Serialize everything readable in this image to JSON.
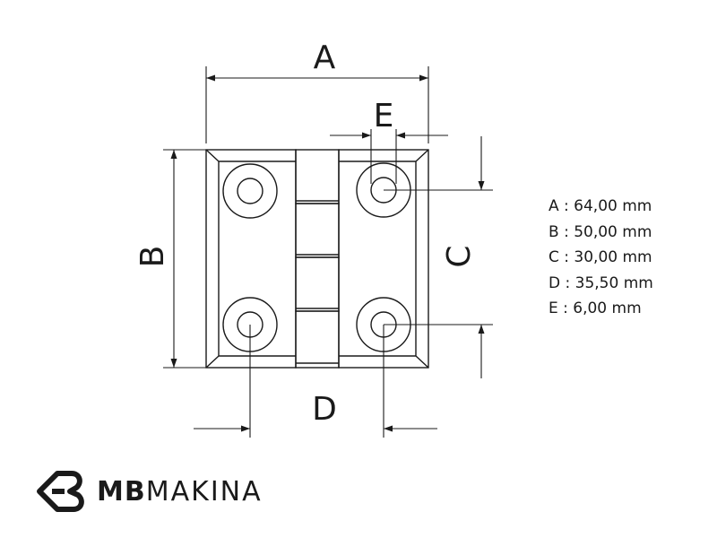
{
  "drawing": {
    "labels": {
      "a": "A",
      "b": "B",
      "c": "C",
      "d": "D",
      "e": "E"
    }
  },
  "specs": [
    {
      "text": "A : 64,00 mm"
    },
    {
      "text": "B : 50,00 mm"
    },
    {
      "text": "C : 30,00 mm"
    },
    {
      "text": "D : 35,50 mm"
    },
    {
      "text": "E : 6,00 mm"
    }
  ],
  "brand": {
    "bold": "MB",
    "light": "MAKINA",
    "logo_icon": "mb-logo-icon",
    "color": "#1a1a1a"
  }
}
